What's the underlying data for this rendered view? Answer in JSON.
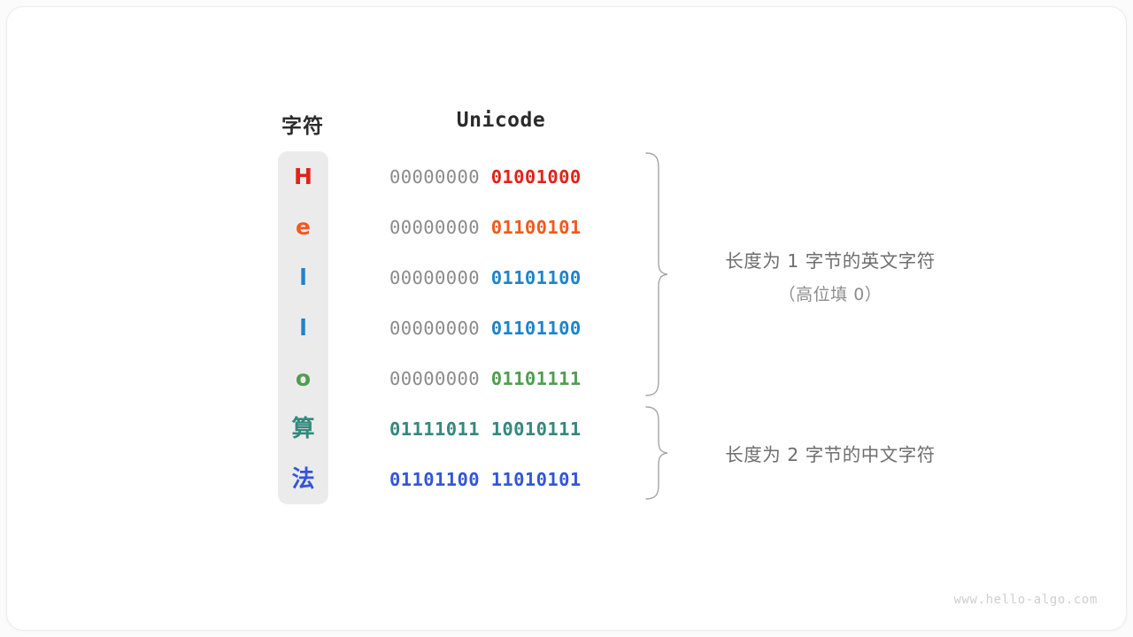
{
  "figure": {
    "headers": {
      "char_column": "字符",
      "code_column": "Unicode"
    },
    "rows": [
      {
        "char": "H",
        "char_color": "#e2231a",
        "high_byte": "00000000",
        "low_byte": "01001000",
        "high_bold": false,
        "low_color": "#e2231a"
      },
      {
        "char": "e",
        "char_color": "#f05a1e",
        "high_byte": "00000000",
        "low_byte": "01100101",
        "high_bold": false,
        "low_color": "#f05a1e"
      },
      {
        "char": "l",
        "char_color": "#1f84c8",
        "high_byte": "00000000",
        "low_byte": "01101100",
        "high_bold": false,
        "low_color": "#1f84c8"
      },
      {
        "char": "l",
        "char_color": "#1f84c8",
        "high_byte": "00000000",
        "low_byte": "01101100",
        "high_bold": false,
        "low_color": "#1f84c8"
      },
      {
        "char": "o",
        "char_color": "#4f9e4f",
        "high_byte": "00000000",
        "low_byte": "01101111",
        "high_bold": false,
        "low_color": "#4f9e4f"
      },
      {
        "char": "算",
        "char_color": "#33897c",
        "high_byte": "01111011",
        "low_byte": "10010111",
        "high_bold": true,
        "low_color": "#33897c"
      },
      {
        "char": "法",
        "char_color": "#3355d8",
        "high_byte": "01101100",
        "low_byte": "11010101",
        "high_bold": true,
        "low_color": "#3355d8"
      }
    ],
    "annotations": [
      {
        "line1": "长度为 1 字节的英文字符",
        "line2": "（高位填 0）"
      },
      {
        "line1": "长度为 2 字节的中文字符",
        "line2": ""
      }
    ],
    "watermark": "www.hello-algo.com",
    "colors": {
      "background": "#fbfbfb",
      "card": "#ffffff",
      "char_column_bg": "#ebebeb",
      "high_byte_gray": "#8a8a8a",
      "annotation_gray": "#6e6e6e",
      "brace_gray": "#9a9a9a",
      "header_text": "#2b2b2b"
    }
  }
}
